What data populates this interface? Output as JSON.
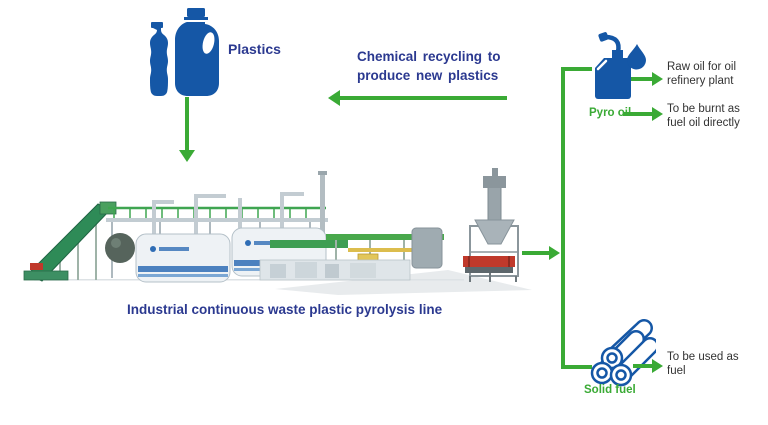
{
  "colors": {
    "green": "#3aaa35",
    "heading_blue": "#2b3990",
    "icon_blue": "#1557a6",
    "text_dark": "#333333"
  },
  "plastics": {
    "label": "Plastics"
  },
  "chemical_recycling": {
    "line1": "Chemical recycling to",
    "line2": "produce new plastics"
  },
  "pyrolysis_line": {
    "caption": "Industrial continuous waste plastic pyrolysis line"
  },
  "pyro_oil": {
    "label": "Pyro oil",
    "outputs": [
      {
        "line1": "Raw oil for oil",
        "line2": "refinery plant"
      },
      {
        "line1": "To be burnt as",
        "line2": "fuel oil directly"
      }
    ]
  },
  "solid_fuel": {
    "label": "Solid fuel",
    "output": {
      "line1": "To be used as",
      "line2": "fuel"
    }
  },
  "icons": {
    "plastics": "plastic-bottles-icon",
    "pyro_oil": "oil-can-icon",
    "oil_drop": "oil-drop-icon",
    "solid_fuel": "fuel-pipes-bundle-icon",
    "machine": "pyrolysis-plant-illustration"
  }
}
